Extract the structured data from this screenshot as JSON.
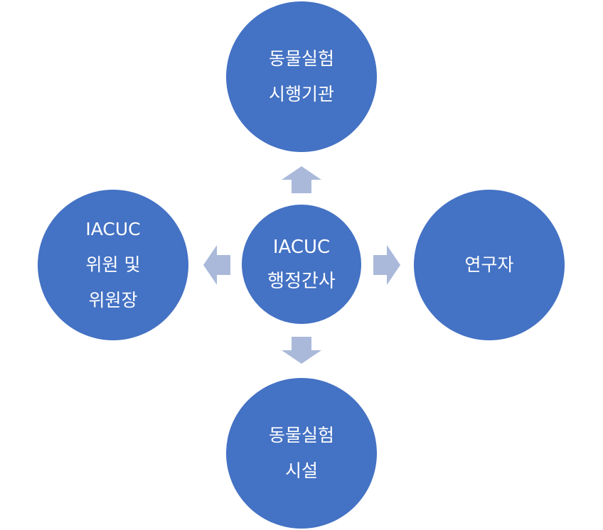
{
  "diagram": {
    "center": {
      "lines": [
        "IACUC",
        "행정간사"
      ]
    },
    "top": {
      "lines": [
        "동물실험",
        "시행기관"
      ]
    },
    "left": {
      "lines": [
        "IACUC",
        "위원 및",
        "위원장"
      ]
    },
    "right": {
      "lines": [
        "연구자"
      ]
    },
    "bottom": {
      "lines": [
        "동물실험",
        "시설"
      ]
    }
  },
  "colors": {
    "node_fill": "#4472c4",
    "node_text": "#ffffff",
    "arrow_fill": "#aab9da",
    "background": "#ffffff"
  }
}
